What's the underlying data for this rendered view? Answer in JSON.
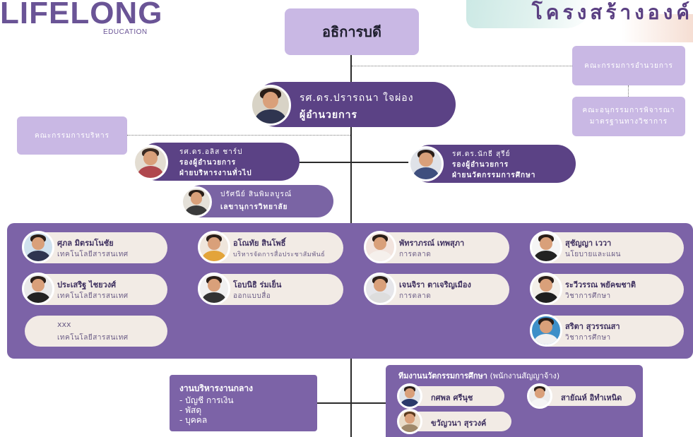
{
  "logo": {
    "name": "LIFELONG",
    "sub": "EDUCATION"
  },
  "page_title": "โครงสร้างองค์",
  "top": {
    "title": "อธิการบดี"
  },
  "director": {
    "name": "รศ.ดร.ปรารถนา ใจผ่อง",
    "position": "ผู้อำนวยการ"
  },
  "committees": {
    "director_committee": "คณะกรรมการอำนวยการ",
    "academic_sub_line1": "คณะอนุกรรมการพิจารณา",
    "academic_sub_line2": "มาตรฐานทางวิชาการ",
    "exec_committee": "คณะกรรมการบริหาร"
  },
  "deputy_left": {
    "name": "รศ.ดร.อลิส ชาร์ป",
    "position": "รองผู้อำนวยการ",
    "dept": "ฝ่ายบริหารงานทั่วไป"
  },
  "deputy_right": {
    "name": "รศ.ดร.นักธี สุรีย์",
    "position": "รองผู้อำนวยการ",
    "dept": "ฝ่ายนวัตกรรมการศึกษา"
  },
  "secretary": {
    "name": "ปรัศนีย์ สินพิมลบูรณ์",
    "position": "เลขานุการวิทยาลัย"
  },
  "staff": [
    {
      "name": "ศุภล มิตรมโนชัย",
      "role": "เทคโนโลยีสารสนเทศ"
    },
    {
      "name": "ประเสริฐ ไชยวงศ์",
      "role": "เทคโนโลยีสารสนเทศ"
    },
    {
      "name": "xxx",
      "role": "เทคโนโลยีสารสนเทศ"
    },
    {
      "name": "อโณทัย สินโพธิ์",
      "role": "บริหารจัดการสื่อประชาสัมพันธ์"
    },
    {
      "name": "โอบนิธิ ร่มเย็น",
      "role": "ออกแบบสื่อ"
    },
    {
      "name": "พัทราภรณ์ เทพสุภา",
      "role": "การตลาด"
    },
    {
      "name": "เจนจิรา ตาเจริญเมือง",
      "role": "การตลาด"
    },
    {
      "name": "สุชัญญา เววา",
      "role": "นโยบายและแผน"
    },
    {
      "name": "ระวีวรรณ พยัคฆชาติ",
      "role": "วิชาการศึกษา"
    },
    {
      "name": "สริตา สุวรรณสา",
      "role": "วิชาการศึกษา"
    }
  ],
  "admin": {
    "title": "งานบริหารงานกลาง",
    "items": [
      "- บัญชี การเงิน",
      "- พัสดุ",
      "- บุคคล"
    ]
  },
  "team": {
    "title_bold": "ทีมงานนวัตกรรมการศึกษา",
    "title_rest": " (พนักงานสัญญาจ้าง)",
    "members": [
      "กศพล ศรีนุช",
      "สายัณห์ อิทำเหนิด",
      "ขวัญวนา สุรวงค์"
    ]
  },
  "colors": {
    "dark": "#5b4285",
    "mid": "#7c63a7",
    "light": "#c9b8e4",
    "cream": "#f2ebe5"
  }
}
